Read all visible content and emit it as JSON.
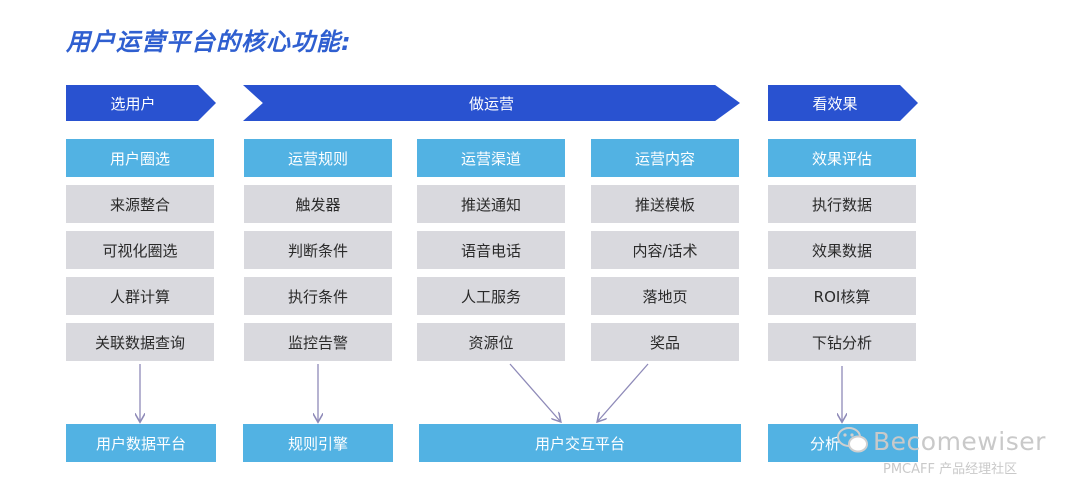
{
  "title": "用户运营平台的核心功能:",
  "stages": {
    "select": "选用户",
    "operate": "做运营",
    "effect": "看效果"
  },
  "columns": [
    {
      "header": "用户圈选",
      "items": [
        "来源整合",
        "可视化圈选",
        "人群计算",
        "关联数据查询"
      ]
    },
    {
      "header": "运营规则",
      "items": [
        "触发器",
        "判断条件",
        "执行条件",
        "监控告警"
      ]
    },
    {
      "header": "运营渠道",
      "items": [
        "推送通知",
        "语音电话",
        "人工服务",
        "资源位"
      ]
    },
    {
      "header": "运营内容",
      "items": [
        "推送模板",
        "内容/话术",
        "落地页",
        "奖品"
      ]
    },
    {
      "header": "效果评估",
      "items": [
        "执行数据",
        "效果数据",
        "ROI核算",
        "下钻分析"
      ]
    }
  ],
  "platforms": [
    "用户数据平台",
    "规则引擎",
    "用户交互平台",
    "分析"
  ],
  "watermark": {
    "name": "Becomewiser",
    "sub": "PMCAFF 产品经理社区"
  },
  "colors": {
    "arrow": "#2952d0",
    "header_box": "#52b2e3",
    "item_box": "#d9d9de",
    "title": "#2f5fd0"
  }
}
